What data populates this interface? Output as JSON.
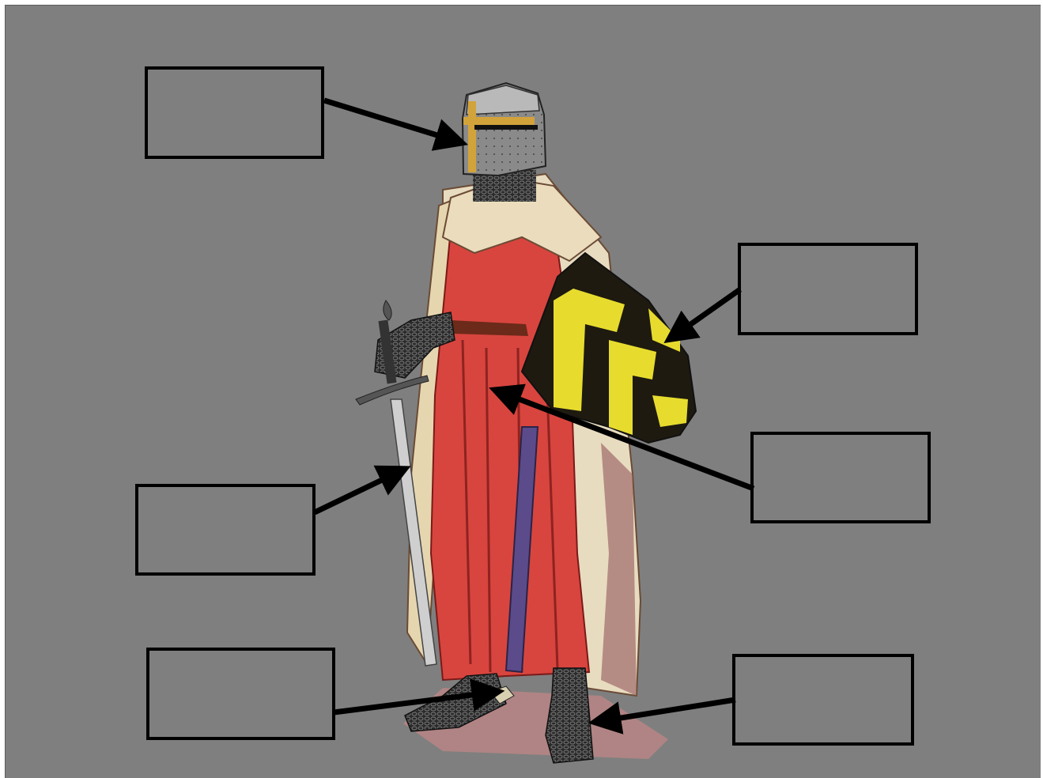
{
  "worksheet": {
    "background_color": "#7f7f7f",
    "illustration": "crusader-knight",
    "labels": [
      {
        "id": "helmet",
        "text": ""
      },
      {
        "id": "shield",
        "text": ""
      },
      {
        "id": "belt",
        "text": ""
      },
      {
        "id": "sword",
        "text": ""
      },
      {
        "id": "spurs",
        "text": ""
      },
      {
        "id": "chainmail-boots",
        "text": ""
      }
    ]
  }
}
